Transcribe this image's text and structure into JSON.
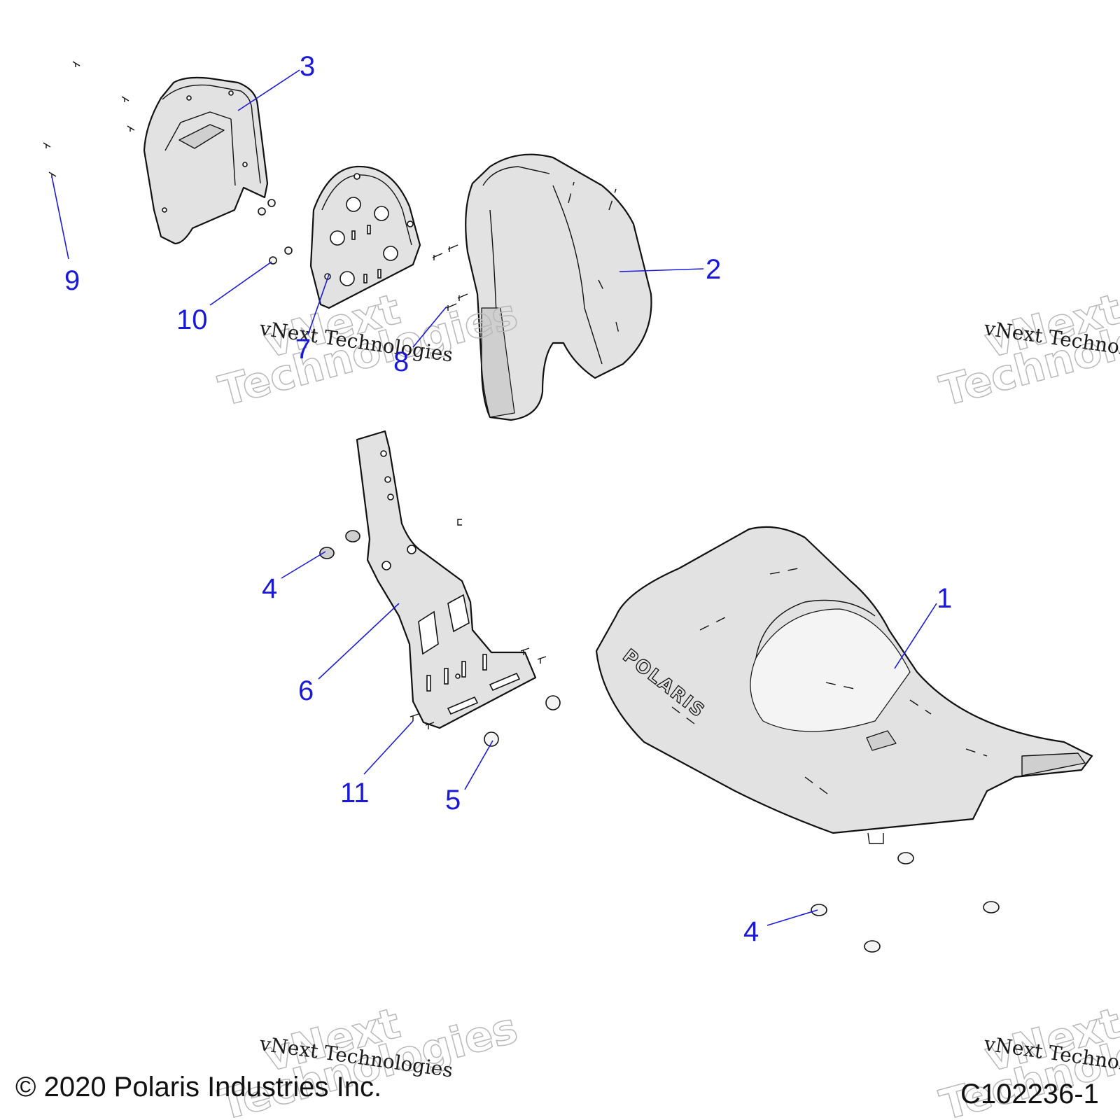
{
  "callouts": [
    {
      "id": "1",
      "label": "1"
    },
    {
      "id": "2",
      "label": "2"
    },
    {
      "id": "3",
      "label": "3"
    },
    {
      "id": "4",
      "label": "4"
    },
    {
      "id": "4b",
      "label": "4"
    },
    {
      "id": "5",
      "label": "5"
    },
    {
      "id": "6",
      "label": "6"
    },
    {
      "id": "7",
      "label": "7"
    },
    {
      "id": "8",
      "label": "8"
    },
    {
      "id": "9",
      "label": "9"
    },
    {
      "id": "10",
      "label": "10"
    },
    {
      "id": "11",
      "label": "11"
    }
  ],
  "seat_logo": "POLARIS",
  "watermark": {
    "big_line1": "vNext",
    "big_line2": "Technologies",
    "small": "vNext Technologies"
  },
  "footer": {
    "copyright": "© 2020 Polaris Industries Inc.",
    "figure_id": "C102236-1"
  },
  "colors": {
    "callout": "#1a1ad6",
    "line": "#111111",
    "part_fill": "#e2e2e2"
  }
}
